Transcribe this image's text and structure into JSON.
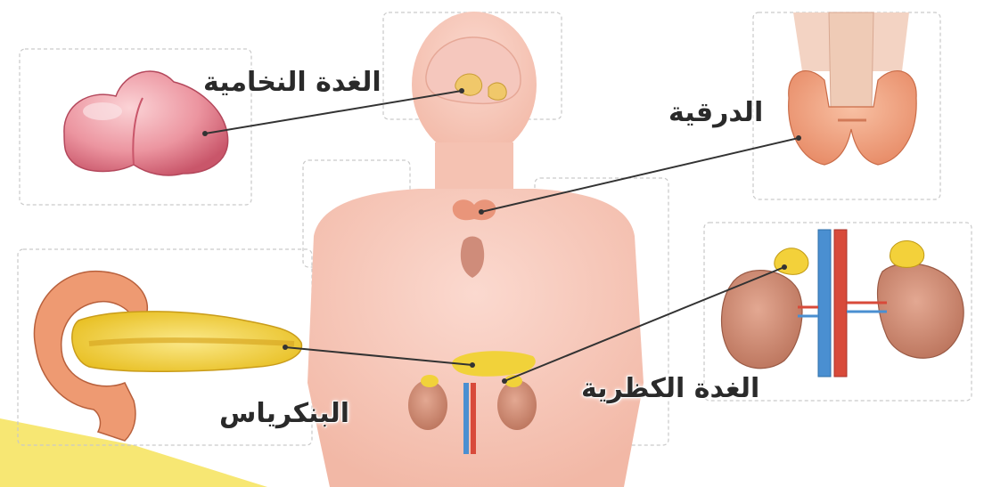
{
  "labels": {
    "pituitary": "الغدة النخامية",
    "thyroid": "الدرقية",
    "pancreas": "البنكرياس",
    "adrenal": "الغدة الكظرية"
  },
  "colors": {
    "skin": "#f6c9bb",
    "gland_yellow": "#f3d13a",
    "pituitary_pink": "#e98a96",
    "thyroid_orange": "#f0a27c",
    "kidney": "#c9846c",
    "artery_red": "#d84a3a",
    "vein_blue": "#4a8fd1",
    "leader_line": "#333333",
    "corner_yellow": "#f6e35a"
  }
}
